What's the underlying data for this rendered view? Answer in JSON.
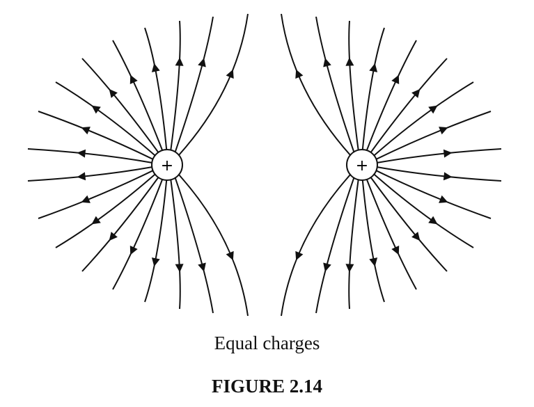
{
  "charges": [
    {
      "id": "left",
      "sign": "+"
    },
    {
      "id": "right",
      "sign": "+"
    }
  ],
  "caption": "Equal charges",
  "figure_label": "FIGURE 2.14",
  "colors": {
    "lines": "#111111",
    "charge_fill": "#ffffff",
    "background": "#ffffff"
  }
}
